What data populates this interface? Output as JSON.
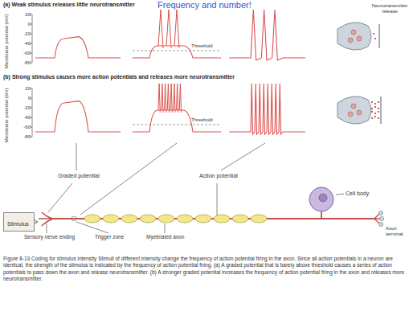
{
  "diagram": {
    "caption": "Figure 8-13 Coding for stimulus intensity Stimuli of different intensity change the frequency of action potential firing in the axon. Since all action potentials in a neuron are identical, the strength of the stimulus is indicated by the frequency of action potential firing. (a) A graded potential that is barely above threshold causes a series of action potentials to pass down the axon and release neurotransmitter. (b) A stronger graded potential increases the frequency of action potential firing in the axon and releases more neurotransmitter.",
    "nodes": [
      {
        "text": [
          "Stimulus"
        ]
      }
    ],
    "labels": [
      "(a) Weak stimulus releases little neurotransmitter",
      "Frequency and number!",
      "Neurotransmitter release",
      "Membrane potential (mV)",
      "20",
      "0",
      "-20",
      "-40",
      "-60",
      "-80",
      "Threshold",
      "(b) Strong stimulus causes more action potentials and releases more neurotransmitter",
      "Membrane potential (mV)",
      "20",
      "0",
      "-20",
      "-40",
      "-60",
      "-80",
      "Threshold",
      "Graded potential",
      "Action potential",
      "Cell body",
      "Sensory nerve ending",
      "Trigger zone",
      "Myelinated axon",
      "Axon terminal"
    ]
  }
}
